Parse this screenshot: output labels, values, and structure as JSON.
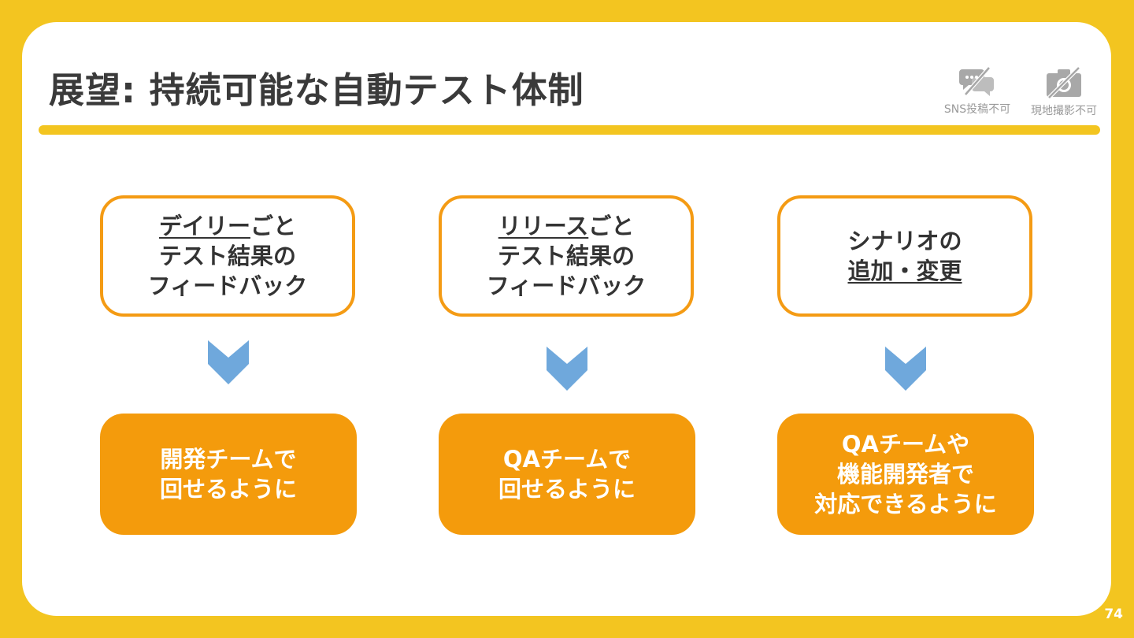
{
  "slide": {
    "title": "展望: 持続可能な自動テスト体制",
    "page_number": "74"
  },
  "notices": {
    "sns": {
      "label": "SNS投稿不可",
      "icon": "no-sns-chat-icon"
    },
    "photo": {
      "label": "現地撮影不可",
      "icon": "no-camera-icon"
    }
  },
  "columns": [
    {
      "top": {
        "line1_underlined": "デイリー",
        "line1_rest": "ごと",
        "line2": "テスト結果の",
        "line3": "フィードバック"
      },
      "bottom": {
        "line1": "開発チームで",
        "line2": "回せるように"
      }
    },
    {
      "top": {
        "line1_underlined": "リリース",
        "line1_rest": "ごと",
        "line2": "テスト結果の",
        "line3": "フィードバック"
      },
      "bottom": {
        "line1": "QAチームで",
        "line2": "回せるように"
      }
    },
    {
      "top": {
        "line1": "シナリオの",
        "line2_underlined": "追加・変更"
      },
      "bottom": {
        "line1": "QAチームや",
        "line2": "機能開発者で",
        "line3": "対応できるように"
      }
    }
  ],
  "colors": {
    "background_yellow": "#f3c520",
    "box_orange": "#f49b0c",
    "arrow_blue": "#6fa8dc",
    "title_text": "#3a3a3a"
  }
}
